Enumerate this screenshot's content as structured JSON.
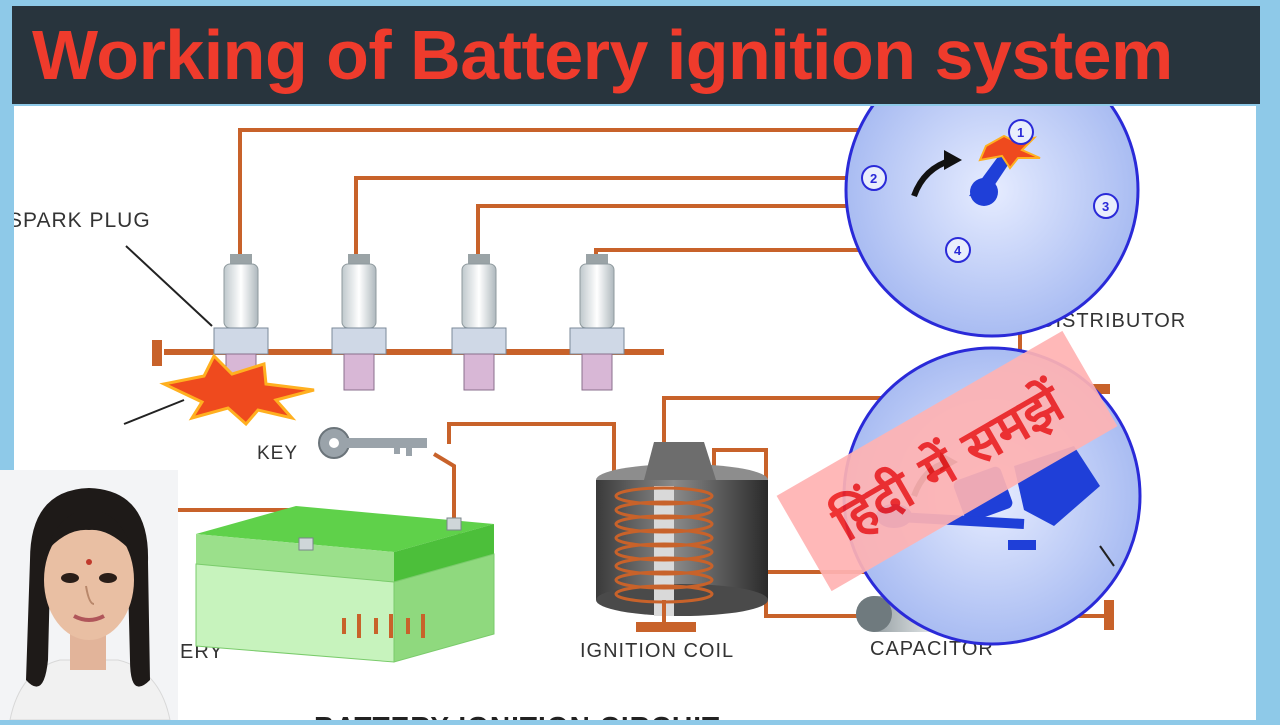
{
  "title": "Working of Battery ignition system",
  "hindi_banner": "हिंदी में समझें",
  "labels": {
    "spark_plug": "SPARK PLUG",
    "distributor": "DISTRIBUTOR",
    "key": "KEY",
    "battery": "ERY",
    "ignition_coil": "IGNITION COIL",
    "capacitor": "CAPACITOR",
    "circuit_caption": "BATTERY IGNITION CIRCUIT"
  },
  "distributor_terminals": [
    "1",
    "2",
    "3",
    "4"
  ],
  "colors": {
    "title_bg": "#28343d",
    "title_text": "#ef3b2c",
    "wire": "#c8622a",
    "distributor_fill": "#c7d4f7",
    "rotor_blue": "#1f3fd8",
    "battery_green": "#4cbf3a",
    "banner_pink": "#ffb3b3",
    "hindi_text": "#ee2222"
  }
}
